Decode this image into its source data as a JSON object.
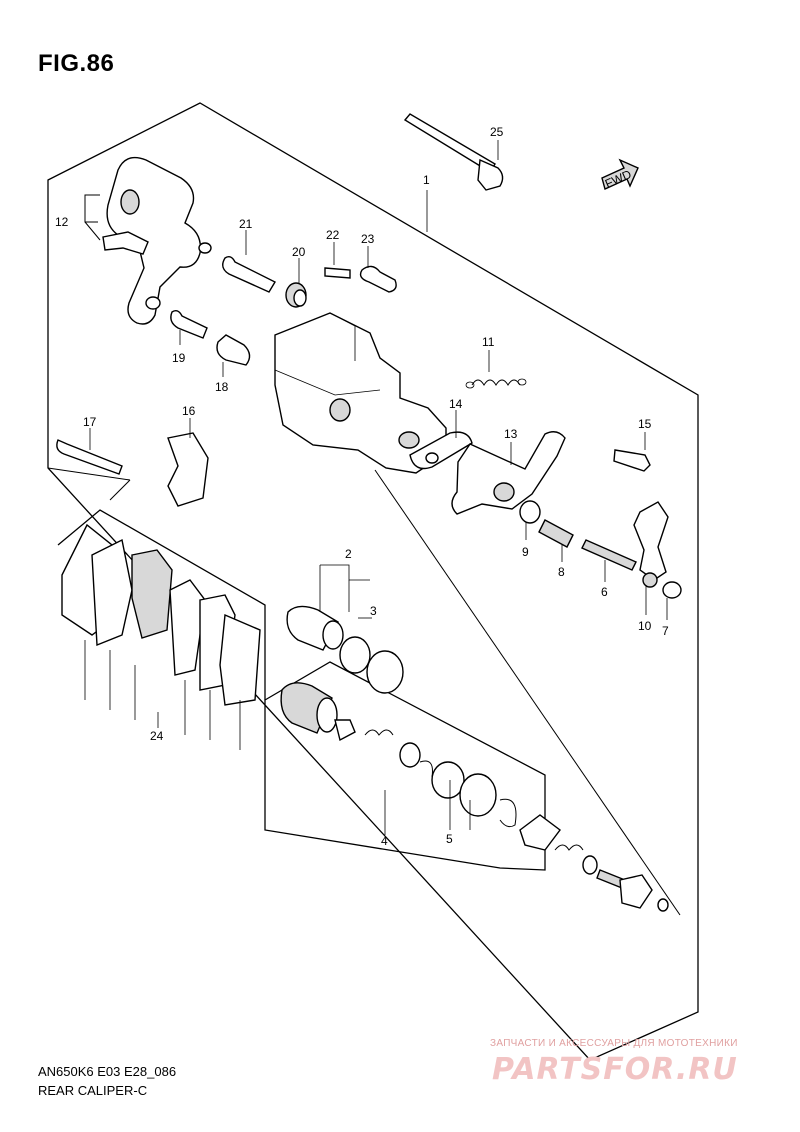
{
  "figure": {
    "title": "FIG.86",
    "model_code": "AN650K6 E03 E28_086",
    "name": "REAR CALIPER-C",
    "direction_label": "FWD"
  },
  "callouts": [
    "1",
    "2",
    "3",
    "4",
    "5",
    "6",
    "7",
    "8",
    "9",
    "10",
    "11",
    "12",
    "13",
    "14",
    "15",
    "16",
    "17",
    "18",
    "19",
    "20",
    "21",
    "22",
    "23",
    "24",
    "25"
  ],
  "watermark": {
    "caption": "ЗАПЧАСТИ И АКСЕССУАРЫ ДЛЯ МОТОТЕХНИКИ",
    "logo": "PARTSFOR.RU",
    "color": "#f2c4c4"
  }
}
